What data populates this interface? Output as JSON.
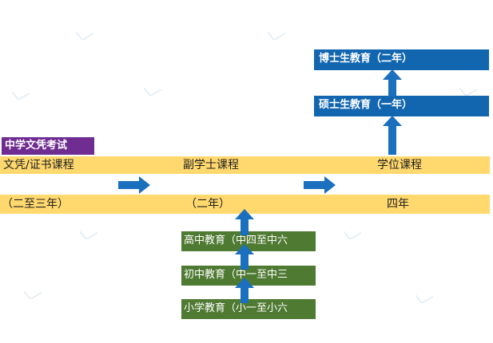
{
  "diagram": {
    "credential_badge": "中学文凭考试",
    "row_top": {
      "left": "文凭/证书课程",
      "middle": "副学士课程",
      "right": "学位课程"
    },
    "row_bottom": {
      "left": "（二至三年）",
      "middle": "（二年）",
      "right": "四年"
    },
    "school_stages": {
      "senior": "高中教育（中四至中六",
      "junior": "初中教育（中一至中三",
      "primary": "小学教育（小一至小六"
    },
    "postgraduate": {
      "masters": "硕士生教育（一年）",
      "doctoral": "博士生教育（二年）"
    }
  },
  "colors": {
    "band_yellow": "#ffd86e",
    "arrow_blue": "#1a6fbe",
    "box_blue": "#1266b0",
    "box_green": "#4f7a32",
    "badge_purple": "#6f2c91"
  }
}
